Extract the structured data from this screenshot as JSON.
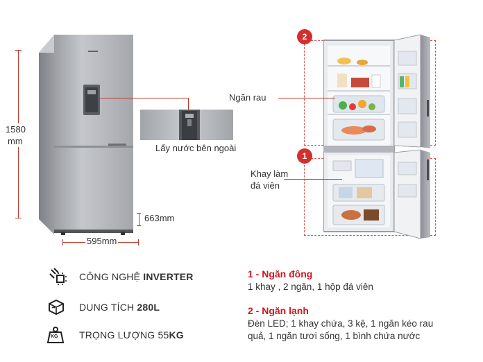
{
  "dimensions": {
    "height": "1580",
    "height_unit": "mm",
    "width": "595mm",
    "depth": "663mm"
  },
  "callouts": {
    "dispenser": "Lấy nước bên ngoài",
    "veg_drawer": "Ngăn rau",
    "ice_tray_line1": "Khay làm",
    "ice_tray_line2": "đá viên"
  },
  "badges": {
    "freezer": "1",
    "fridge": "2"
  },
  "features": [
    {
      "icon": "inverter-icon",
      "prefix": "CÔNG NGHỆ ",
      "bold": "INVERTER"
    },
    {
      "icon": "capacity-icon",
      "prefix": "DUNG TÍCH ",
      "bold": "280L"
    },
    {
      "icon": "weight-icon",
      "prefix": "TRỌNG LƯỢNG 55",
      "bold": "KG"
    }
  ],
  "weight_icon_label": "KG",
  "specs": {
    "freezer_title": "1 - Ngăn đông",
    "freezer_desc": "1 khay , 2 ngăn, 1 hộp đá viên",
    "fridge_title": "2 - Ngăn lạnh",
    "fridge_desc": "Đèn LED; 1 khay chứa, 3 kệ, 1 ngăn kéo rau quả, 1 ngăn tươi sống, 1 bình chứa nước"
  },
  "colors": {
    "accent_red": "#d0161e",
    "steel": "#a9acb1"
  }
}
